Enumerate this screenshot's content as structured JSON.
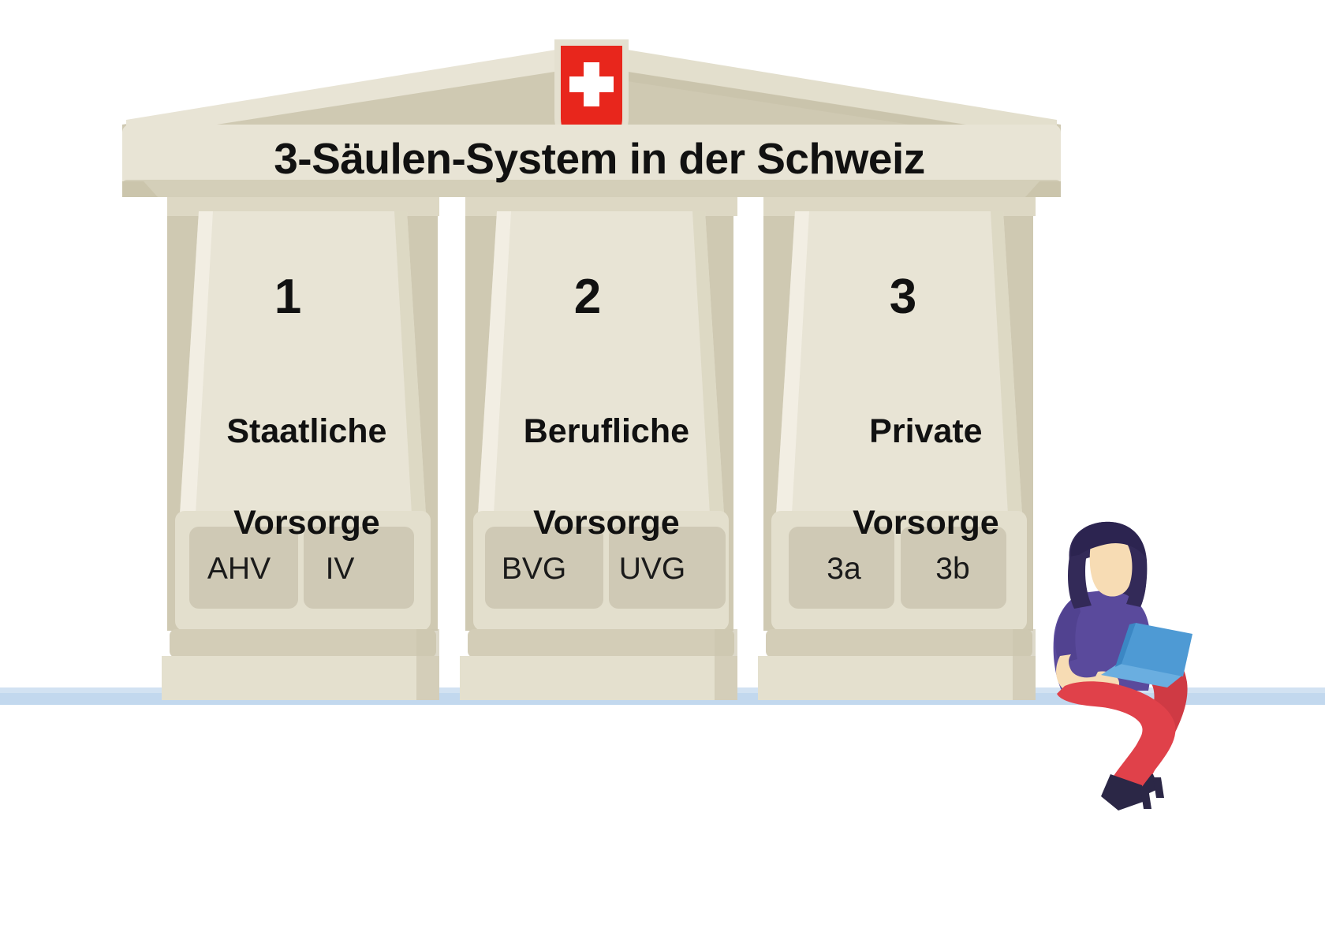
{
  "title": "3-Säulen-System in der Schweiz",
  "emblem": {
    "name": "swiss-shield",
    "flag_color": "#e8261c",
    "cross_color": "#ffffff",
    "border_color": "#e4e0d0"
  },
  "pillars": [
    {
      "number": "1",
      "name_line1": "Staatliche",
      "name_line2": "Vorsorge",
      "name": "Staatliche Vorsorge",
      "tags": [
        "AHV",
        "IV"
      ]
    },
    {
      "number": "2",
      "name_line1": "Berufliche",
      "name_line2": "Vorsorge",
      "name": "Berufliche Vorsorge",
      "tags": [
        "BVG",
        "UVG"
      ]
    },
    {
      "number": "3",
      "name_line1": "Private",
      "name_line2": "Vorsorge",
      "name": "Private Vorsorge",
      "tags": [
        "3a",
        "3b"
      ]
    }
  ],
  "illustration": {
    "name": "woman-with-laptop",
    "hair_color": "#332a58",
    "skin_color": "#f7dcb4",
    "shirt_color": "#5a4a9c",
    "pants_color": "#e0414a",
    "laptop_color": "#4e9ad4",
    "shoe_color": "#2b2746"
  },
  "colors": {
    "stone_light": "#e8e4d5",
    "stone_mid": "#ddd8c4",
    "stone_dark": "#cbc5ac",
    "stone_shadow": "#b9b49c",
    "tag_fill": "#cfc9b5",
    "ground": "#c2d8ee",
    "text": "#111111",
    "background": "#ffffff"
  }
}
